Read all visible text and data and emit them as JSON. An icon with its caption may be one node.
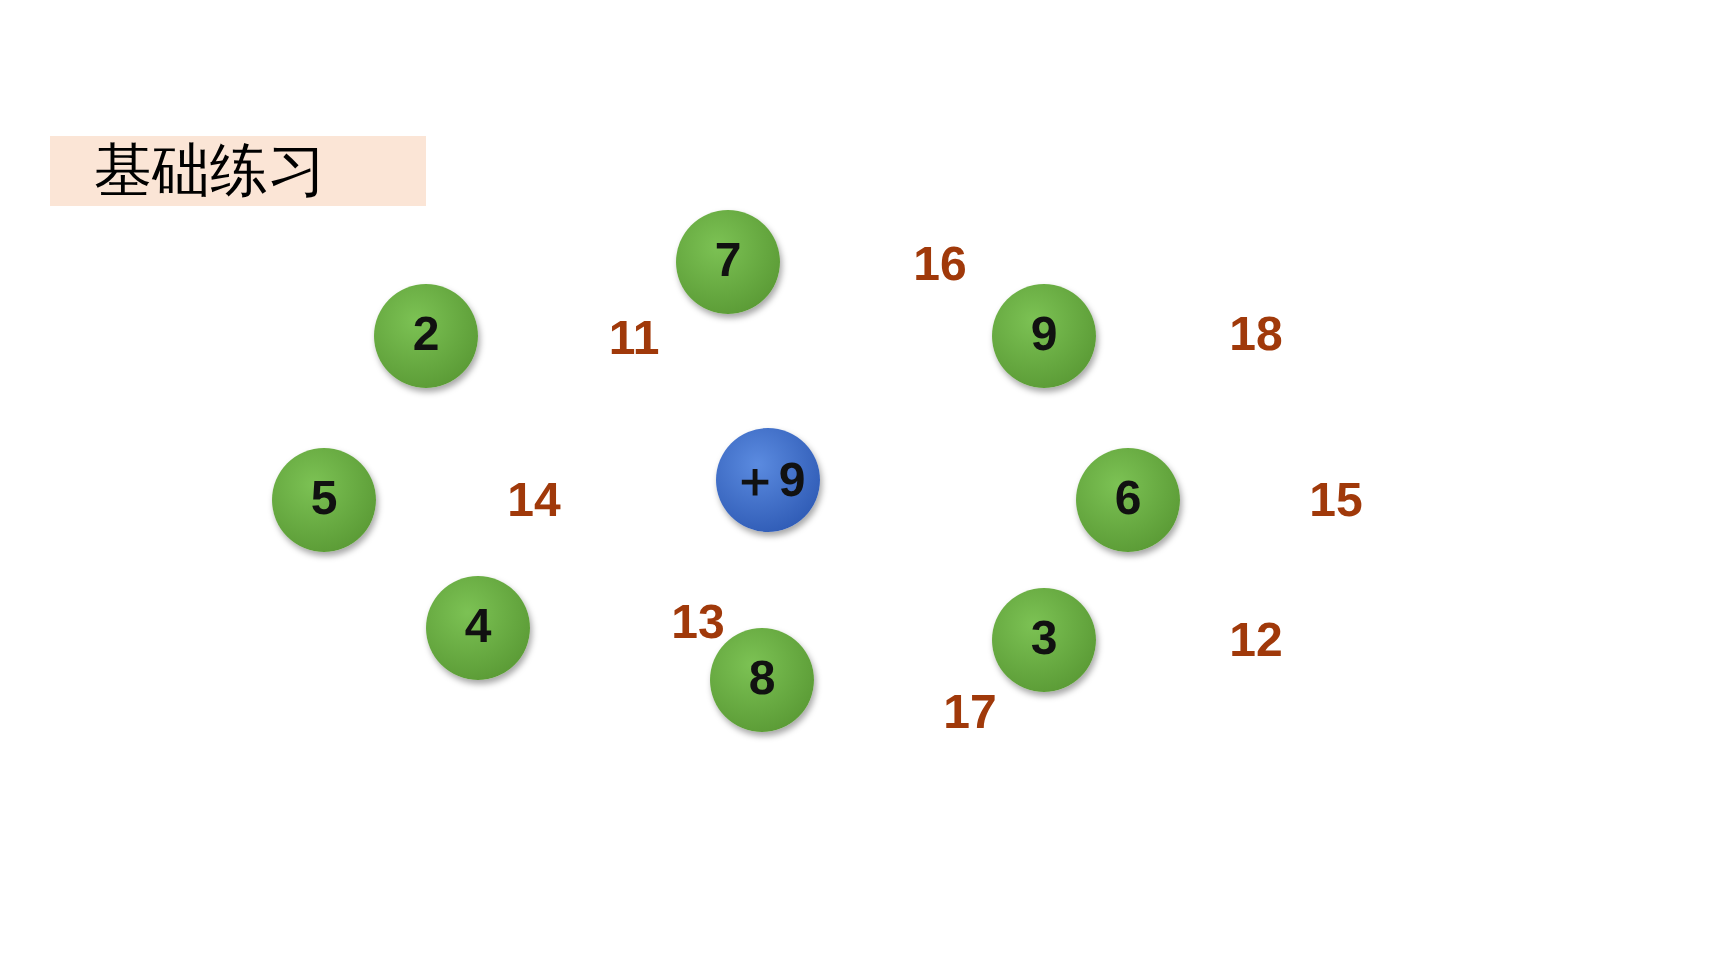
{
  "diagram": {
    "title": "基础练习",
    "nodes": [
      {
        "text": [
          "7"
        ]
      },
      {
        "text": [
          "2"
        ]
      },
      {
        "text": [
          "9"
        ]
      },
      {
        "text": [
          "＋9"
        ]
      },
      {
        "text": [
          "5"
        ]
      },
      {
        "text": [
          "6"
        ]
      },
      {
        "text": [
          "4"
        ]
      },
      {
        "text": [
          "3"
        ]
      },
      {
        "text": [
          "8"
        ]
      }
    ],
    "labels": [
      "16",
      "11",
      "18",
      "14",
      "15",
      "13",
      "12",
      "17"
    ]
  }
}
